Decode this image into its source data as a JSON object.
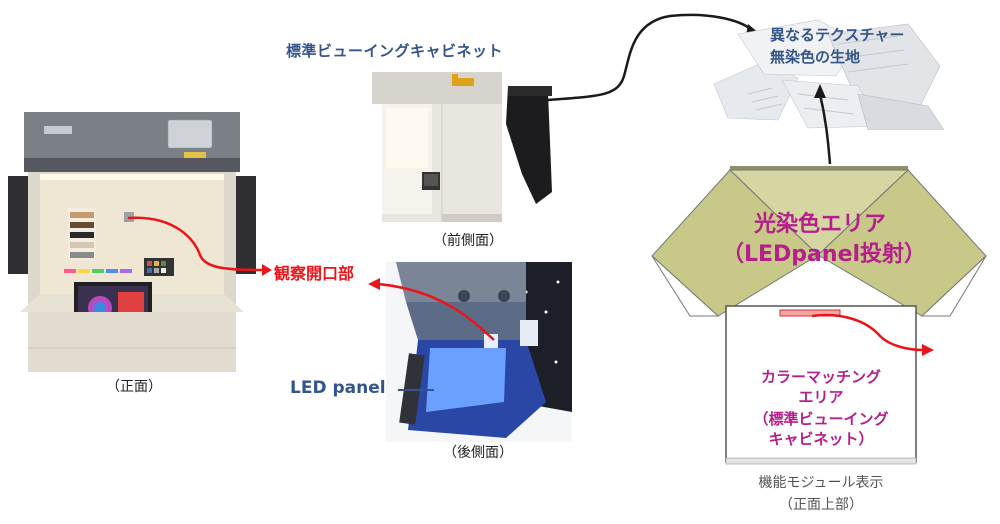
{
  "titles": {
    "standard_cabinet": "標準ビューイングキャビネット",
    "texture_line1": "異なるテクスチャー",
    "texture_line2": "無染色の生地"
  },
  "labels": {
    "observation_opening": "観察開口部",
    "led_panel": "LED panel",
    "light_dyeing_line1": "光染色エリア",
    "light_dyeing_line2": "（LEDpanel投射）",
    "color_matching_line1": "カラーマッチング",
    "color_matching_line2": "エリア",
    "color_matching_line3": "（標準ビューイング",
    "color_matching_line4": "キャビネット）"
  },
  "captions": {
    "front": "（正面）",
    "front_side": "（前側面）",
    "rear_side": "（後側面）",
    "module_line1": "機能モジュール表示",
    "module_line2": "（正面上部）"
  },
  "colors": {
    "blue_text": "#35558a",
    "red_text": "#e8161b",
    "magenta_text": "#b41f8c",
    "trapezoid_fill": "#c8c889"
  }
}
